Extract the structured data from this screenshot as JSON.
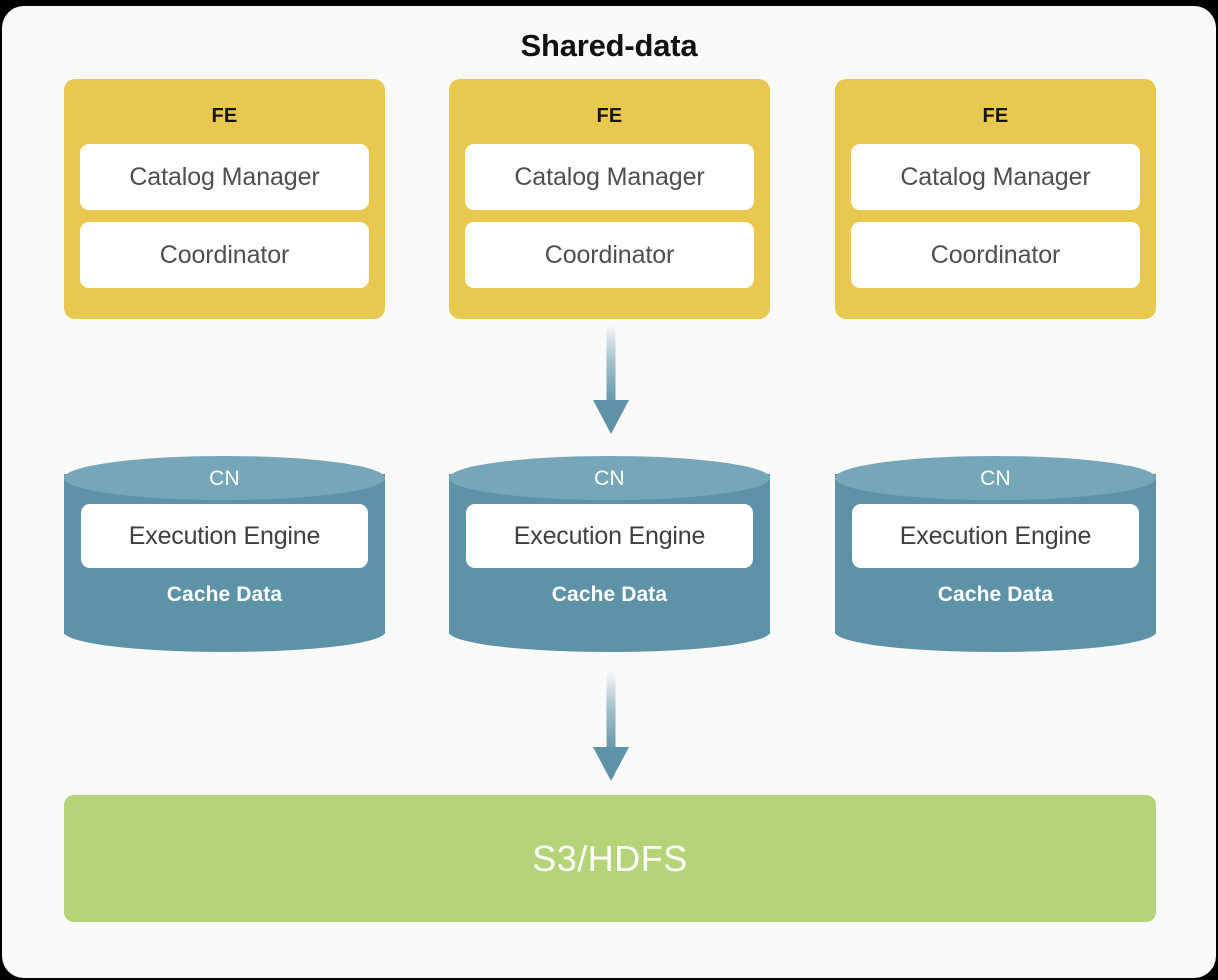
{
  "diagram": {
    "title": "Shared-data",
    "colors": {
      "fe": "#E9C84F",
      "cn_body": "#5E93A7",
      "cn_top": "#76A7B9",
      "storage": "#B5D478",
      "background": "#FAFAFA",
      "arrow": "#5E93A7",
      "title_text": "#111111"
    },
    "fe_tier": {
      "nodes": [
        {
          "title": "FE",
          "components": [
            "Catalog Manager",
            "Coordinator"
          ]
        },
        {
          "title": "FE",
          "components": [
            "Catalog Manager",
            "Coordinator"
          ]
        },
        {
          "title": "FE",
          "components": [
            "Catalog Manager",
            "Coordinator"
          ]
        }
      ]
    },
    "cn_tier": {
      "nodes": [
        {
          "title": "CN",
          "component": "Execution Engine",
          "footer": "Cache Data"
        },
        {
          "title": "CN",
          "component": "Execution Engine",
          "footer": "Cache Data"
        },
        {
          "title": "CN",
          "component": "Execution Engine",
          "footer": "Cache Data"
        }
      ]
    },
    "storage_tier": {
      "label": "S3/HDFS"
    },
    "connectors": [
      {
        "name": "fe-to-cn-arrow",
        "direction": "down"
      },
      {
        "name": "cn-to-storage-arrow",
        "direction": "down"
      }
    ]
  }
}
